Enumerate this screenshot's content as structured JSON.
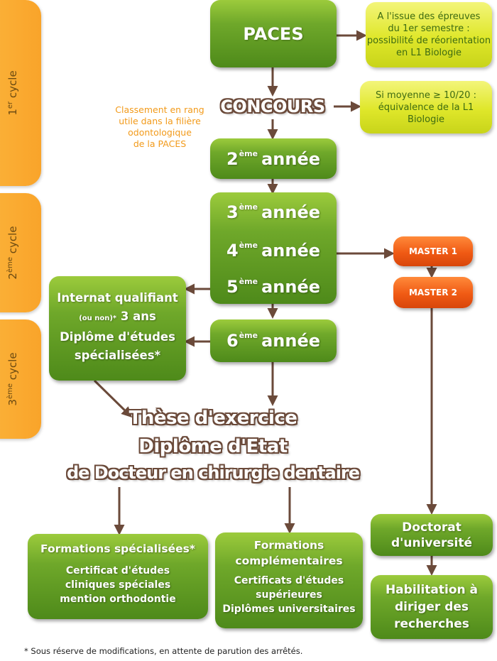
{
  "cycles": {
    "first": {
      "main": "1",
      "sup": "er",
      "rest": " cycle"
    },
    "second": {
      "main": "2",
      "sup": "ème",
      "rest": " cycle"
    },
    "third": {
      "main": "3",
      "sup": "ème",
      "rest": " cycle"
    }
  },
  "paces": {
    "label": "PACES"
  },
  "reorientation": {
    "lines": [
      "A l'issue des épreuves",
      "du 1er semestre :",
      "possibilité de réorientation",
      "en L1 Biologie"
    ]
  },
  "concours": {
    "label": "CONCOURS"
  },
  "equivalence": {
    "lines": [
      "Si moyenne ≥ 10/20 :",
      "équivalence de la L1 Biologie"
    ]
  },
  "classement": {
    "lines": [
      "Classement en rang",
      "utile dans la filière",
      "odontologique",
      "de la PACES"
    ]
  },
  "years": {
    "suffix": "ème",
    "word": "année",
    "y2": "2",
    "y3": "3",
    "y4": "4",
    "y5": "5",
    "y6": "6"
  },
  "master": {
    "m1": "MASTER 1",
    "m2": "MASTER 2"
  },
  "internat": {
    "line1": "Internat qualifiant",
    "line2_small": "(ou non)*",
    "line2_rest": " 3 ans",
    "line3": "Diplôme d'études",
    "line4": "spécialisées*"
  },
  "these": {
    "lines": [
      "Thèse d'exercice",
      "Diplôme d'Etat",
      "de Docteur en chirurgie dentaire"
    ]
  },
  "formations_specialisees": {
    "title": "Formations spécialisées*",
    "lines": [
      "Certificat d'études",
      "cliniques spéciales",
      "mention orthodontie"
    ]
  },
  "formations_complementaires": {
    "title_lines": [
      "Formations",
      "complémentaires"
    ],
    "lines": [
      "Certificats d'études",
      "supérieures",
      "Diplômes universitaires"
    ]
  },
  "doctorat": {
    "lines": [
      "Doctorat",
      "d'université"
    ]
  },
  "habilitation": {
    "lines": [
      "Habilitation à",
      "diriger des",
      "recherches"
    ]
  },
  "footnote": "* Sous réserve de modifications, en attente de parution des arrêtés."
}
